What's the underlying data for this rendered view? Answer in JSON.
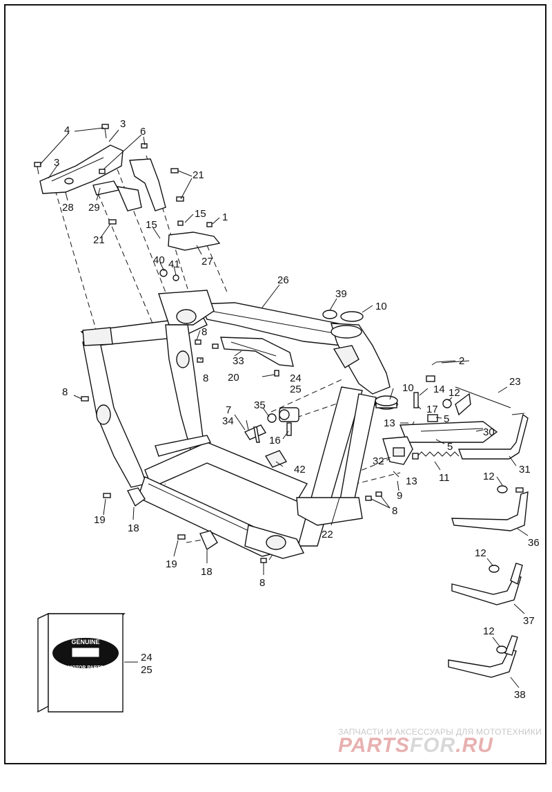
{
  "callouts": [
    {
      "text": "4"
    },
    {
      "text": "3"
    },
    {
      "text": "6"
    },
    {
      "text": "3"
    },
    {
      "text": "21"
    },
    {
      "text": "28"
    },
    {
      "text": "29"
    },
    {
      "text": "21"
    },
    {
      "text": "15"
    },
    {
      "text": "1"
    },
    {
      "text": "15"
    },
    {
      "text": "27"
    },
    {
      "text": "40"
    },
    {
      "text": "41"
    },
    {
      "text": "26"
    },
    {
      "text": "39"
    },
    {
      "text": "10"
    },
    {
      "text": "8"
    },
    {
      "text": "8"
    },
    {
      "text": "33"
    },
    {
      "text": "20"
    },
    {
      "text": "24"
    },
    {
      "text": "25"
    },
    {
      "text": "2"
    },
    {
      "text": "23"
    },
    {
      "text": "8"
    },
    {
      "text": "10"
    },
    {
      "text": "14"
    },
    {
      "text": "12"
    },
    {
      "text": "17"
    },
    {
      "text": "7"
    },
    {
      "text": "35"
    },
    {
      "text": "34"
    },
    {
      "text": "13"
    },
    {
      "text": "5"
    },
    {
      "text": "30"
    },
    {
      "text": "16"
    },
    {
      "text": "5"
    },
    {
      "text": "32"
    },
    {
      "text": "42"
    },
    {
      "text": "31"
    },
    {
      "text": "13"
    },
    {
      "text": "11"
    },
    {
      "text": "9"
    },
    {
      "text": "12"
    },
    {
      "text": "8"
    },
    {
      "text": "19"
    },
    {
      "text": "22"
    },
    {
      "text": "18"
    },
    {
      "text": "36"
    },
    {
      "text": "19"
    },
    {
      "text": "18"
    },
    {
      "text": "12"
    },
    {
      "text": "8"
    },
    {
      "text": "37"
    },
    {
      "text": "12"
    },
    {
      "text": "24"
    },
    {
      "text": "25"
    },
    {
      "text": "38"
    }
  ],
  "logo": {
    "top": "GENUINE",
    "bottom": "MOTOR PARTS"
  },
  "watermark": {
    "line1": "ЗАПЧАСТИ И АКСЕССУАРЫ ДЛЯ МОТОТЕХНИКИ",
    "brand_a": "PARTS",
    "brand_b": "FOR",
    "brand_c": ".RU"
  },
  "colors": {
    "ink": "#111111",
    "watermark_red": "#e8b0b0",
    "watermark_grey": "#d8d8d8"
  }
}
